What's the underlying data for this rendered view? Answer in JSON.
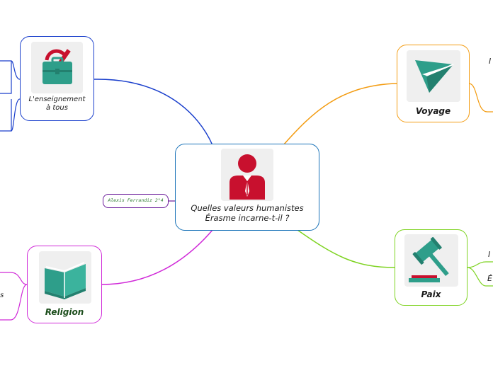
{
  "center": {
    "label_line1": "Quelles valeurs humanistes",
    "label_line2": "Érasme incarne-t-il ?",
    "icon": "person-icon",
    "color": "#1a73b8",
    "icon_color": "#c8102e"
  },
  "branches": {
    "enseignement": {
      "label_line1": "L'enseignement",
      "label_line2": "à tous",
      "icon": "briefcase-icon",
      "color": "#1a3fcc"
    },
    "voyage": {
      "label": "Voyage",
      "icon": "paper-plane-icon",
      "color": "#f39c12"
    },
    "paix": {
      "label": "Paix",
      "icon": "gavel-icon",
      "color": "#7ed321"
    },
    "religion": {
      "label": "Religion",
      "icon": "book-icon",
      "color": "#d02ad8"
    }
  },
  "author": {
    "label": "Alexis Ferrandiz 2°4"
  },
  "edge_fragments": {
    "voyage_right": "I",
    "paix_right_1": "I",
    "paix_right_2": "É",
    "religion_left": "s"
  },
  "colors": {
    "teal_icon": "#2e9e8a",
    "red_icon": "#c8102e",
    "author_border": "#6a1b9a",
    "author_text": "#2e7d32"
  }
}
